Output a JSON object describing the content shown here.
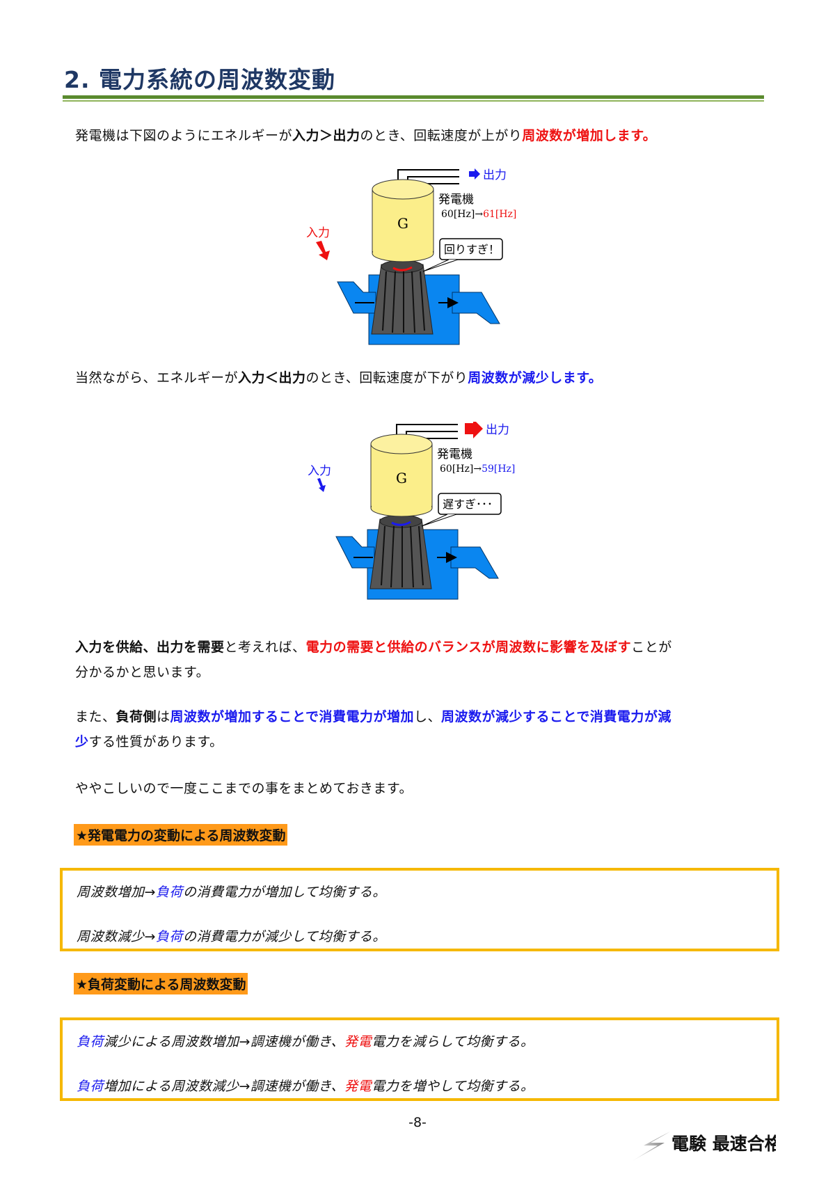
{
  "title": "2. 電力系統の周波数変動",
  "para1": {
    "t1": "発電機は下図のようにエネルギーが",
    "t2": "入力＞出力",
    "t3": "のとき、回転速度が上がり",
    "t4": "周波数が増加します。"
  },
  "diagram1": {
    "output": "出力",
    "input": "入力",
    "generator": "発電機",
    "g": "G",
    "freq_from": "60[Hz]→",
    "freq_to": "61[Hz]",
    "bubble": "回りすぎ！"
  },
  "para2": {
    "t1": "当然ながら、エネルギーが",
    "t2": "入力＜出力",
    "t3": "のとき、回転速度が下がり",
    "t4": "周波数が減少します。"
  },
  "diagram2": {
    "output": "出力",
    "input": "入力",
    "generator": "発電機",
    "g": "G",
    "freq_from": "60[Hz]→",
    "freq_to": "59[Hz]",
    "bubble": "遅すぎ･･･"
  },
  "para3": {
    "t1": "入力を供給",
    "t2": "、",
    "t3": "出力を需要",
    "t4": "と考えれば、",
    "t5": "電力の需要と供給のバランスが周波数に影響を及ぼす",
    "t6": "ことが",
    "t7": "分かるかと思います。"
  },
  "para4": {
    "t1": "また、",
    "t2": "負荷側",
    "t3": "は",
    "t4": "周波数が増加することで消費電力が増加",
    "t5": "し、",
    "t6": "周波数が減少することで消費電力が減",
    "t7": "少",
    "t8": "する性質があります。"
  },
  "para5": "ややこしいので一度ここまでの事をまとめておきます。",
  "section1": {
    "heading": "★発電電力の変動による周波数変動",
    "l1a": "周波数増加→",
    "l1b": "負荷",
    "l1c": "の消費電力が増加して均衡する。",
    "l2a": "周波数減少→",
    "l2b": "負荷",
    "l2c": "の消費電力が減少して均衡する。"
  },
  "section2": {
    "heading": "★負荷変動による周波数変動",
    "l1a": "負荷",
    "l1b": "減少による周波数増加→調速機が働き、",
    "l1c": "発電",
    "l1d": "電力を減らして均衡する。",
    "l2a": "負荷",
    "l2b": "増加による周波数減少→調速機が働き、",
    "l2c": "発電",
    "l2d": "電力を増やして均衡する。"
  },
  "page_number": "-8-",
  "logo": "電験 最速合格",
  "colors": {
    "title": "#1f3864",
    "rule": "#5a8a2e",
    "red": "#ee1111",
    "blue": "#1a1aee",
    "heading_bg": "#ff9a1a",
    "box_border": "#f5b800",
    "water": "#0a86f0",
    "generator": "#fbee8a"
  }
}
